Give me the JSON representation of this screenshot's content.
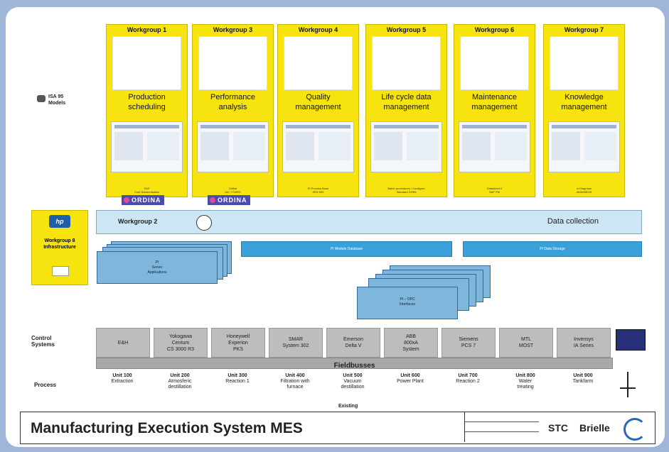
{
  "isa_models": "ISA 95\nModels",
  "workgroups": [
    {
      "title": "Workgroup 1",
      "name": "Production\nscheduling",
      "footer": "SAP\nCore Harmonisation"
    },
    {
      "title": "Workgroup 3",
      "name": "Performance\nanalysis",
      "footer": "OnBar\nIAC 7700RS"
    },
    {
      "title": "Workgroup 4",
      "name": "Quality\nmanagement",
      "footer": "PI Process Book\nSRS 600"
    },
    {
      "title": "Workgroup 5",
      "name": "Life cycle data\nmanagement",
      "footer": "Batch procedures / Configure\nStandard DHRs"
    },
    {
      "title": "Workgroup 6",
      "name": "Maintenance\nmanagement",
      "footer": "Datasheet II\nSAP PM"
    },
    {
      "title": "Workgroup 7",
      "name": "Knowledge\nmanagement",
      "footer": "in Diagnose\nAMS/MEOS"
    }
  ],
  "ordina": [
    "ORDINA",
    "ORDINA"
  ],
  "infra_label": "Workgroup 8\nInfrastructure",
  "collection_row": {
    "workgroup": "Workgroup 2",
    "data_collection": "Data collection"
  },
  "blue_bars": [
    "PI Module Database",
    "PI Data Storage"
  ],
  "server_stack": "PI\nServer\nApplications",
  "opc_stack": "PI – OPC\nInterfaces",
  "control_label": "Control\nSystems",
  "process_label": "Process",
  "control_systems": [
    "E&H",
    "Yokogawa\nCentum\nCS 3000 R3",
    "Honeywell\nExperion\nPKS",
    "SMAR\nSystem 302",
    "Emerson\nDelta V",
    "ABB\n800xA\nSystem",
    "Siemens\nPCS 7",
    "MTL\nMOST",
    "Invensys\nIA Series"
  ],
  "fieldbusses": "Fieldbusses",
  "units": [
    {
      "id": "Unit 100",
      "name": "Extraction"
    },
    {
      "id": "Unit 200",
      "name": "Atmosferic\ndestillation"
    },
    {
      "id": "Unit 300",
      "name": "Reaction 1"
    },
    {
      "id": "Unit 400",
      "name": "Filtration with\nfurnace"
    },
    {
      "id": "Unit 500",
      "name": "Vacuum\ndestillation"
    },
    {
      "id": "Unit 600",
      "name": "Power Plant"
    },
    {
      "id": "Unit 700",
      "name": "Reaction 2"
    },
    {
      "id": "Unit 800",
      "name": "Water\ntreating"
    },
    {
      "id": "Unit 900",
      "name": "Tankfarm"
    }
  ],
  "existing": "Existing",
  "footer": {
    "title": "Manufacturing Execution System MES",
    "stc": "STC",
    "brielle": "Brielle"
  }
}
